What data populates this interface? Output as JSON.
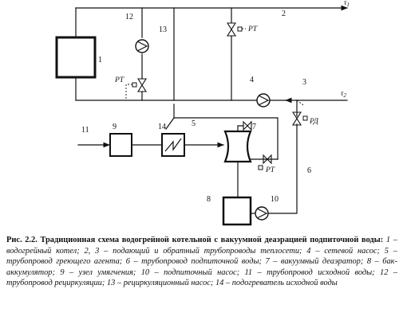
{
  "diagram": {
    "numbers": {
      "n1": "1",
      "n2": "2",
      "n3": "3",
      "n4": "4",
      "n5": "5",
      "n6": "6",
      "n7": "7",
      "n8": "8",
      "n9": "9",
      "n10": "10",
      "n11": "11",
      "n12": "12",
      "n13": "13",
      "n14": "14"
    },
    "tags": {
      "rt_top": "РТ",
      "rt_left": "РТ",
      "rt_deaerator": "РТ",
      "rd": "РД"
    },
    "tau1": {
      "main": "τ",
      "sub": "1"
    },
    "tau2": {
      "main": "τ",
      "sub": "2"
    }
  },
  "caption": {
    "title": "Рис. 2.2. Традиционная схема водогрейной котельной с вакуумной деаэрацией подпиточной воды:",
    "body": " 1 – водогрейный котел; 2, 3 – подающий и обратный трубопроводы теплосети; 4 – сетевой насос; 5 – трубопровод греющего агента; 6 – трубопровод подпиточной воды; 7 – вакуумный деаэратор; 8 – бак-аккумулятор; 9 – узел умягчения; 10 – подпиточный насос; 11 – трубопровод исходной воды; 12 – трубопровод рециркуляции; 13 – рециркуляционный насос; 14 – подогреватель исходной воды"
  }
}
